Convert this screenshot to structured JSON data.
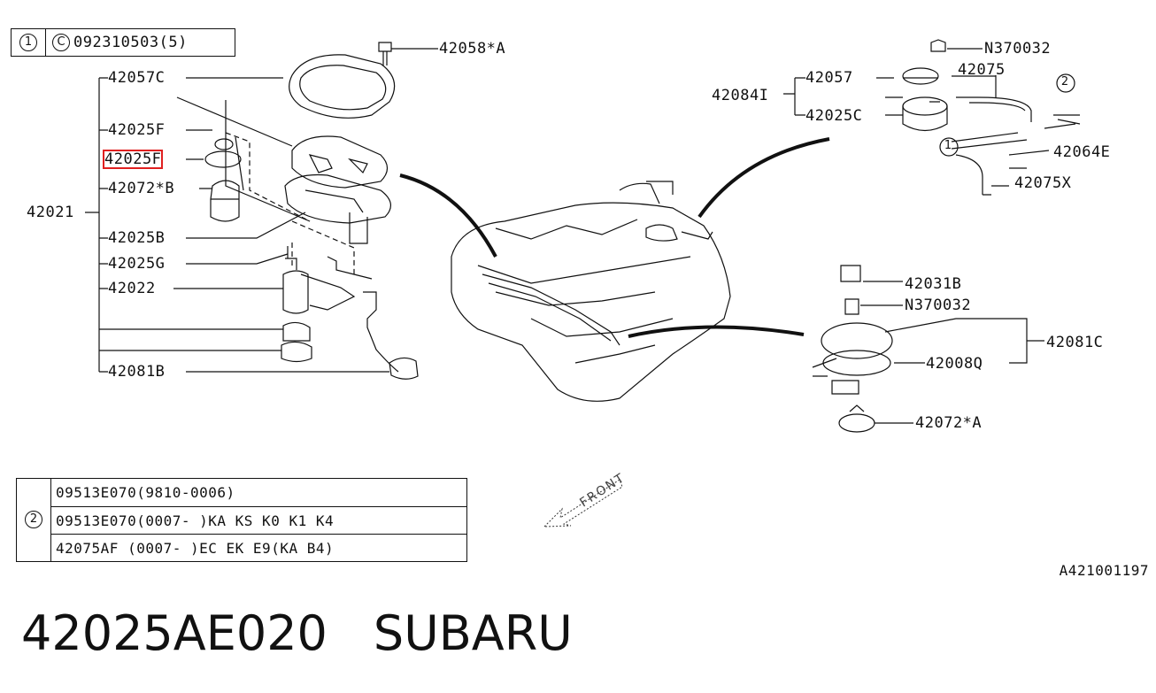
{
  "header_ref": {
    "circle": "1",
    "copyright": "C",
    "code": "092310503(5)"
  },
  "labels_left": [
    "42057C",
    "42025F",
    "42025F",
    "42072*B",
    "42021",
    "42025B",
    "42025G",
    "42022",
    "42081B"
  ],
  "labels_top": {
    "bolt": "42058*A"
  },
  "labels_right_top": {
    "nut": "N370032",
    "hose": "42075",
    "group": "42084I",
    "a": "42057",
    "b": "42025C",
    "ref2": "2",
    "ref1": "1",
    "e": "42064E",
    "x": "42075X"
  },
  "labels_right_bottom": {
    "cap": "42031B",
    "nut": "N370032",
    "group": "42081C",
    "plate": "42008Q",
    "base": "42072*A"
  },
  "highlighted_part": "42025F",
  "notes": {
    "circle": "2",
    "rows": [
      "09513E070(9810-0006)",
      "09513E070(0007-    )KA KS K0 K1 K4",
      "42075AF  (0007-    )EC EK E9(KA B4)"
    ]
  },
  "front_label": "FRONT",
  "diagram_code": "A421001197",
  "footer": {
    "part_number": "42025AE020",
    "brand": "SUBARU"
  }
}
